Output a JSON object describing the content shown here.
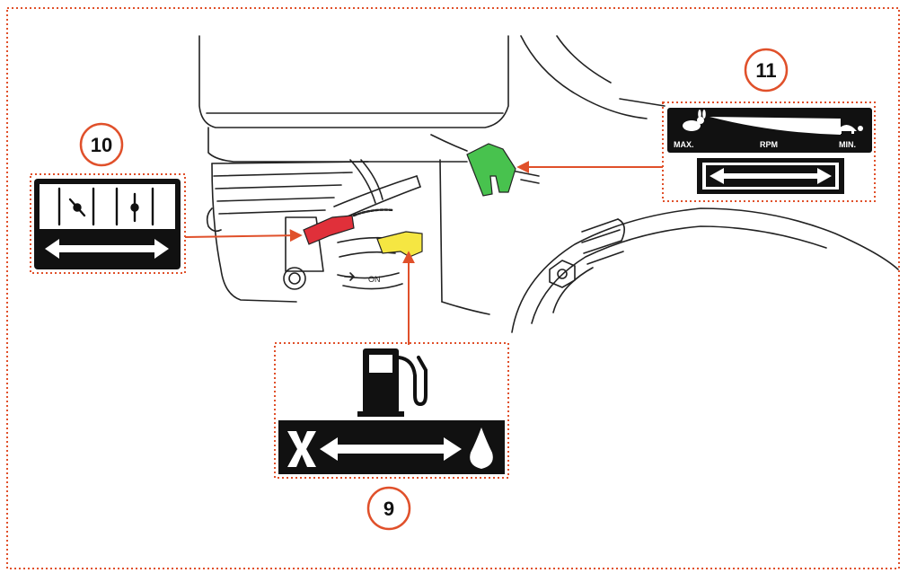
{
  "callouts": [
    {
      "number": "9"
    },
    {
      "number": "10"
    },
    {
      "number": "11"
    }
  ],
  "rpm_label": {
    "max": "MAX.",
    "rpm": "RPM",
    "min": "MIN."
  },
  "colors": {
    "callout_border": "#e0502a",
    "arrow_line": "#e0502a",
    "choke_lever": "#e0303a",
    "fuel_lever": "#f5e642",
    "throttle_lever": "#48c24e",
    "label_bg": "#111111"
  },
  "icons": {
    "callout_9": [
      "fuel-pump-icon",
      "fuel-closed-icon",
      "double-arrow-icon",
      "fuel-drop-icon"
    ],
    "callout_10": [
      "choke-closed-icon",
      "choke-open-icon",
      "double-arrow-icon"
    ],
    "callout_11": [
      "rabbit-icon",
      "turtle-icon",
      "double-arrow-icon"
    ]
  }
}
